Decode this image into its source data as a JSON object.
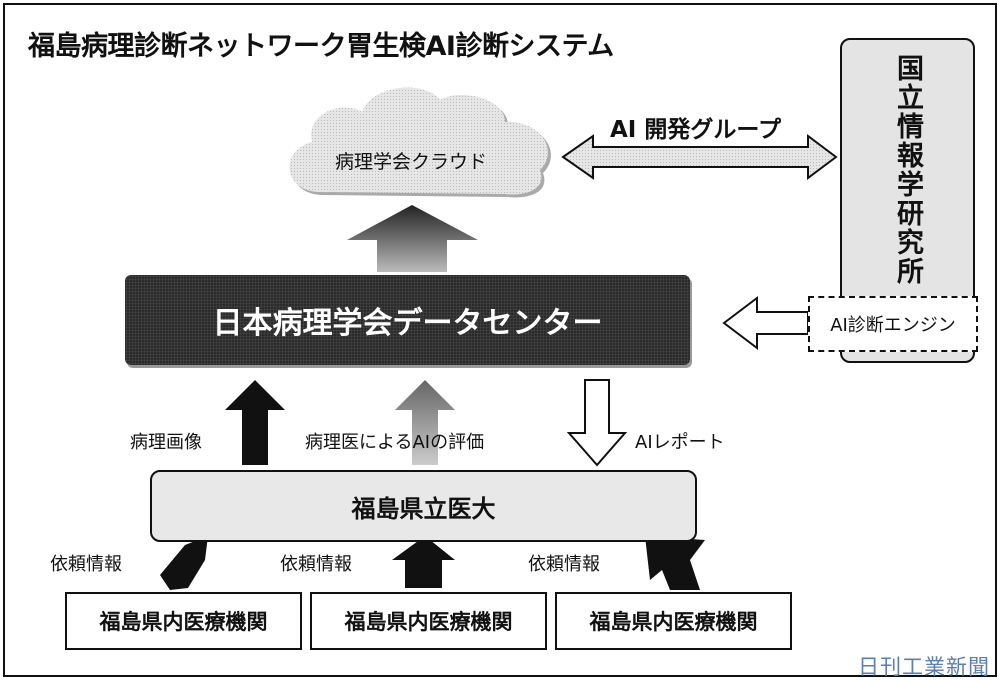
{
  "title": "福島病理診断ネットワーク胃生検AI診断システム",
  "cloud_label": "病理学会クラウド",
  "ai_dev_group": "AI 開発グループ",
  "nii": "国立情報学研究所",
  "ai_engine": "AI診断エンジン",
  "data_center": "日本病理学会データセンター",
  "arrows": {
    "pathology_images": "病理画像",
    "ai_evaluation": "病理医によるAIの評価",
    "ai_report": "AIレポート"
  },
  "university": "福島県立医大",
  "request_label": "依頼情報",
  "institutions": [
    "福島県内医療機関",
    "福島県内医療機関",
    "福島県内医療機関"
  ],
  "watermark": "日刊工業新聞"
}
